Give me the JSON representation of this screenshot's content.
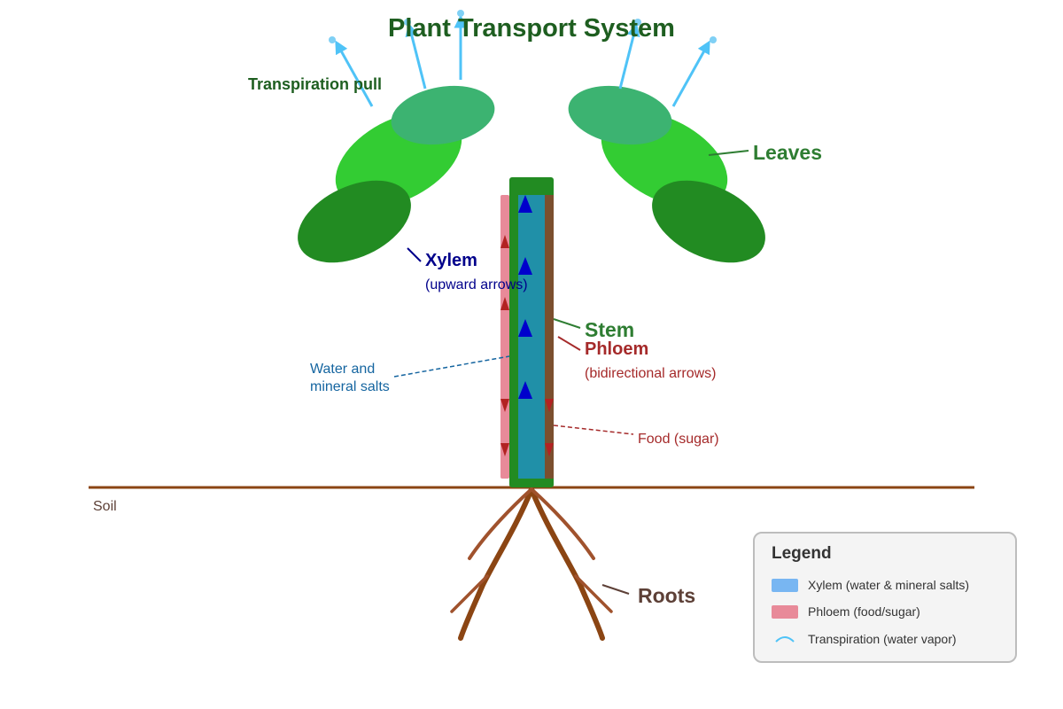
{
  "title": "Plant Transport System",
  "labels": {
    "transpiration_pull": "Transpiration pull",
    "leaves": "Leaves",
    "xylem": "Xylem",
    "xylem_note": "(upward arrows)",
    "stem": "Stem",
    "phloem": "Phloem",
    "phloem_note": "(bidirectional arrows)",
    "water_line1": "Water and",
    "water_line2": "mineral salts",
    "food": "Food (sugar)",
    "soil": "Soil",
    "roots": "Roots"
  },
  "legend": {
    "title": "Legend",
    "items": [
      {
        "label": "Xylem (water & mineral salts)",
        "color": "#78b6f2"
      },
      {
        "label": "Phloem (food/sugar)",
        "color": "#e88a99"
      },
      {
        "label": "Transpiration (water vapor)",
        "color": "#4fc3f7"
      }
    ]
  },
  "colors": {
    "title": "#1e5e20",
    "leaf_light": "#33cc33",
    "leaf_teal": "#3cb371",
    "leaf_dark": "#228b22",
    "stem": "#228b22",
    "xylem_fill": "#2090a8",
    "xylem_arrow": "#0000cc",
    "phloem_fill": "#e88a99",
    "phloem_arrow": "#b22222",
    "bark": "#7b4f2e",
    "soil_line": "#8b4513",
    "root": "#8b4513",
    "transpiration": "#4fc3f7",
    "xylem_label": "#00008b",
    "phloem_label": "#a52a2a",
    "water_label": "#1565a0",
    "roots_label": "#5d4037",
    "leaves_label": "#2e7d32"
  }
}
